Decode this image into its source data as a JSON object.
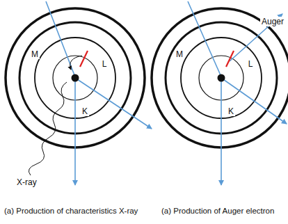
{
  "diagram": {
    "labels": [
      "M",
      "L",
      "K",
      "X-ray",
      "M",
      "L",
      "K",
      "Auger",
      "(a) Production of characteristics X-ray",
      "(a) Production of Auger electron"
    ]
  }
}
